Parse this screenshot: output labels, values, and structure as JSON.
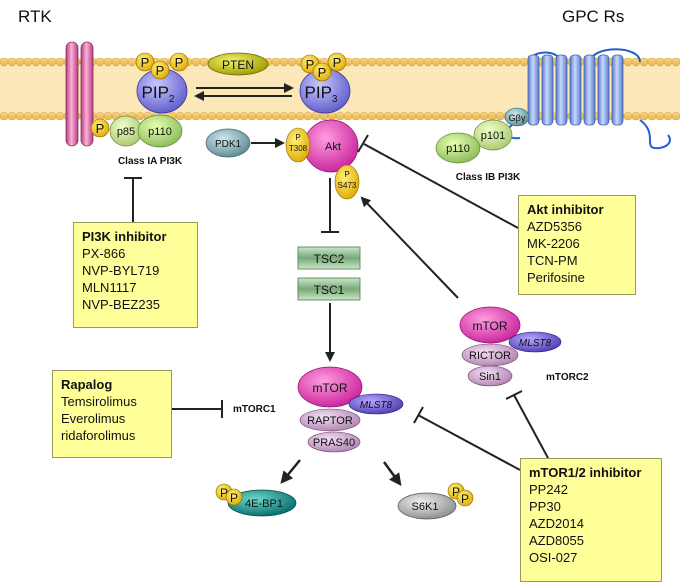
{
  "labels": {
    "rtk": "RTK",
    "gpcrs": "GPC Rs",
    "pten": "PTEN",
    "pip2": "PIP",
    "pip2_sub": "2",
    "pip3": "PIP",
    "pip3_sub": "3",
    "phospho": "P",
    "p85": "p85",
    "p110": "p110",
    "class_ia": "Class IA PI3K",
    "pdk1": "PDK1",
    "akt": "Akt",
    "t308": "T308",
    "s473": "S473",
    "p101": "p101",
    "gby": "Gβγ",
    "class_ib": "Class IB PI3K",
    "tsc2": "TSC2",
    "tsc1": "TSC1",
    "mtor": "mTOR",
    "mlst8": "MLST8",
    "rictor": "RICTOR",
    "sin1": "Sin1",
    "mtorc2": "mTORC2",
    "mtorc1": "mTORC1",
    "raptor": "RAPTOR",
    "pras40": "PRAS40",
    "ebp1": "4E-BP1",
    "s6k1": "S6K1"
  },
  "pi3k_inhibitor": {
    "title": "PI3K inhibitor",
    "items": [
      "PX-866",
      "NVP-BYL719",
      "MLN1117",
      "NVP-BEZ235"
    ]
  },
  "akt_inhibitor": {
    "title": "Akt inhibitor",
    "items": [
      "AZD5356",
      "MK-2206",
      "TCN-PM",
      "Perifosine"
    ]
  },
  "rapalog": {
    "title": "Rapalog",
    "items": [
      "Temsirolimus",
      "Everolimus",
      "ridaforolimus"
    ]
  },
  "mtor_inhibitor": {
    "title": "mTOR1/2 inhibitor",
    "items": [
      "PP242",
      "PP30",
      "AZD2014",
      "AZD8055",
      "OSI-027"
    ]
  },
  "colors": {
    "phospho": "#f2c200",
    "pip": "#8a87e0",
    "pten": "#b8b800",
    "p85": "#d9e8a0",
    "p110": "#b8d890",
    "akt": "#e040b0",
    "pdk1": "#7aa0a8",
    "tsc": "#8fb890",
    "mtor": "#e040b0",
    "mlst8": "#6a5acd",
    "rictor": "#d0a8d0",
    "ebp1": "#008080",
    "s6k1": "#a0a0a0",
    "box": "#ffff99"
  }
}
